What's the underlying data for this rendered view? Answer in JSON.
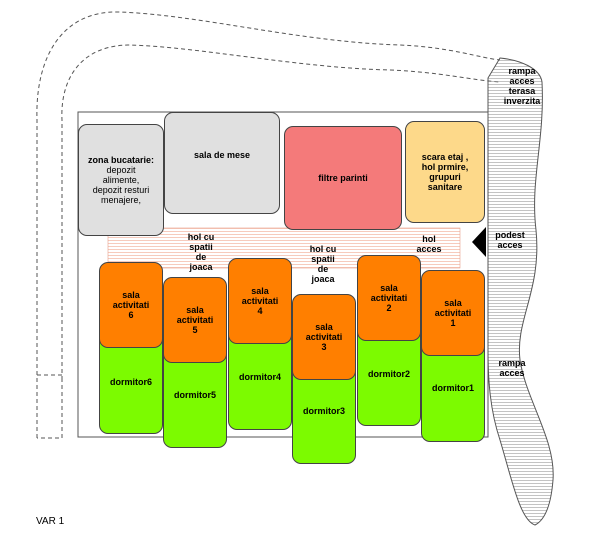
{
  "rooms": {
    "kitchen_title": "zona bucatarie:",
    "kitchen_items": [
      "depozit",
      "alimente,",
      "depozit resturi",
      "menajere,"
    ],
    "dining": "sala de mese",
    "parents": "filtre parinti",
    "entrance_lines": [
      "scara etaj ,",
      "hol prmire,",
      "grupuri",
      "sanitare"
    ]
  },
  "activities": [
    {
      "lines": [
        "sala",
        "activitati",
        "6"
      ],
      "dorm": "dormitor6"
    },
    {
      "lines": [
        "sala",
        "activitati",
        "5"
      ],
      "dorm": "dormitor5"
    },
    {
      "lines": [
        "sala",
        "activitati",
        "4"
      ],
      "dorm": "dormitor4"
    },
    {
      "lines": [
        "sala",
        "activitati",
        "3"
      ],
      "dorm": "dormitor3"
    },
    {
      "lines": [
        "sala",
        "activitati",
        "2"
      ],
      "dorm": "dormitor2"
    },
    {
      "lines": [
        "sala",
        "activitati",
        "1"
      ],
      "dorm": "dormitor1"
    }
  ],
  "labels": {
    "hall1": [
      "hol cu",
      "spatii",
      "de",
      "joaca"
    ],
    "hall2": [
      "hol cu",
      "spatii",
      "de",
      "joaca"
    ],
    "hall3": [
      "hol",
      "acces"
    ],
    "ramp_top": [
      "rampa",
      "acces",
      "terasa",
      "inverzita"
    ],
    "landing": [
      "podest",
      "acces"
    ],
    "ramp_side": [
      "rampa",
      "acces"
    ],
    "variant": "VAR 1"
  },
  "colors": {
    "grey": "#e0e0e0",
    "red": "#f47a7a",
    "yellow": "#fdd98a",
    "orange": "#ff7f00",
    "green": "#7cfb00",
    "hatch": "#f2b9a8"
  }
}
